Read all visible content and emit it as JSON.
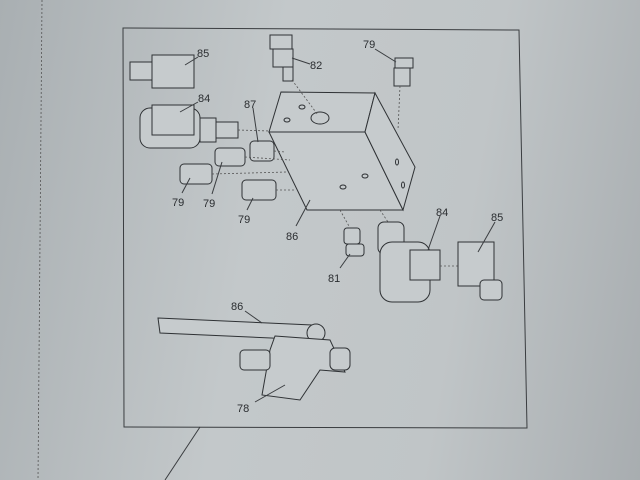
{
  "diagram": {
    "title": "Valve block exploded parts view",
    "callouts": [
      {
        "id": "solenoid-connector-top",
        "label": "85"
      },
      {
        "id": "solenoid-coil-top",
        "label": "84"
      },
      {
        "id": "pressure-valve",
        "label": "82"
      },
      {
        "id": "fitting-top-right",
        "label": "79"
      },
      {
        "id": "fitting-87",
        "label": "87"
      },
      {
        "id": "fitting-left-1",
        "label": "79"
      },
      {
        "id": "fitting-left-2",
        "label": "79"
      },
      {
        "id": "fitting-left-3",
        "label": "79"
      },
      {
        "id": "valve-block",
        "label": "86"
      },
      {
        "id": "fitting-bottom",
        "label": "81"
      },
      {
        "id": "solenoid-coil-bottom",
        "label": "84"
      },
      {
        "id": "solenoid-connector-bottom",
        "label": "85"
      },
      {
        "id": "handle",
        "label": "86"
      },
      {
        "id": "ball-valve",
        "label": "78"
      }
    ]
  }
}
